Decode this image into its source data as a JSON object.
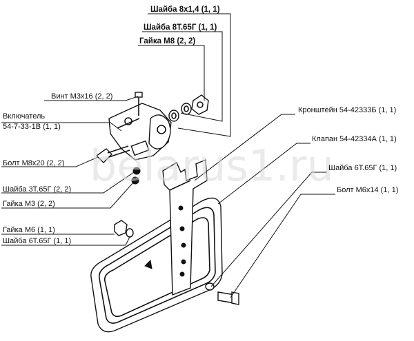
{
  "watermark": "belarus1.ru",
  "labels": {
    "washer_8x14": "Шайба 8х1,4 (1, 1)",
    "washer_8t65g": "Шайба 8Т.65Г (1, 1)",
    "nut_m8": "Гайка М8 (2, 2)",
    "screw_m3x16": "Винт М3х16 (2, 2)",
    "switch_name": "Включатель",
    "switch_code": "54-7-33-1В (1, 1)",
    "bracket": "Кронштейн 54-42333Б (1, 1)",
    "valve": "Клапан 54-42334А (1, 1)",
    "washer_6t65g_r": "Шайба 6Т.65Г (1, 1)",
    "bolt_m6x14": "Болт М6х14 (1, 1)",
    "bolt_m8x20": "Болт М8х20 (2, 2)",
    "washer_3t65g": "Шайба 3Т.65Г (2, 2)",
    "nut_m3": "Гайка М3 (2, 2)",
    "nut_m6": "Гайка М6 (1, 1)",
    "washer_6t65g_l": "Шайба 6Т.65Г (1, 1)"
  }
}
